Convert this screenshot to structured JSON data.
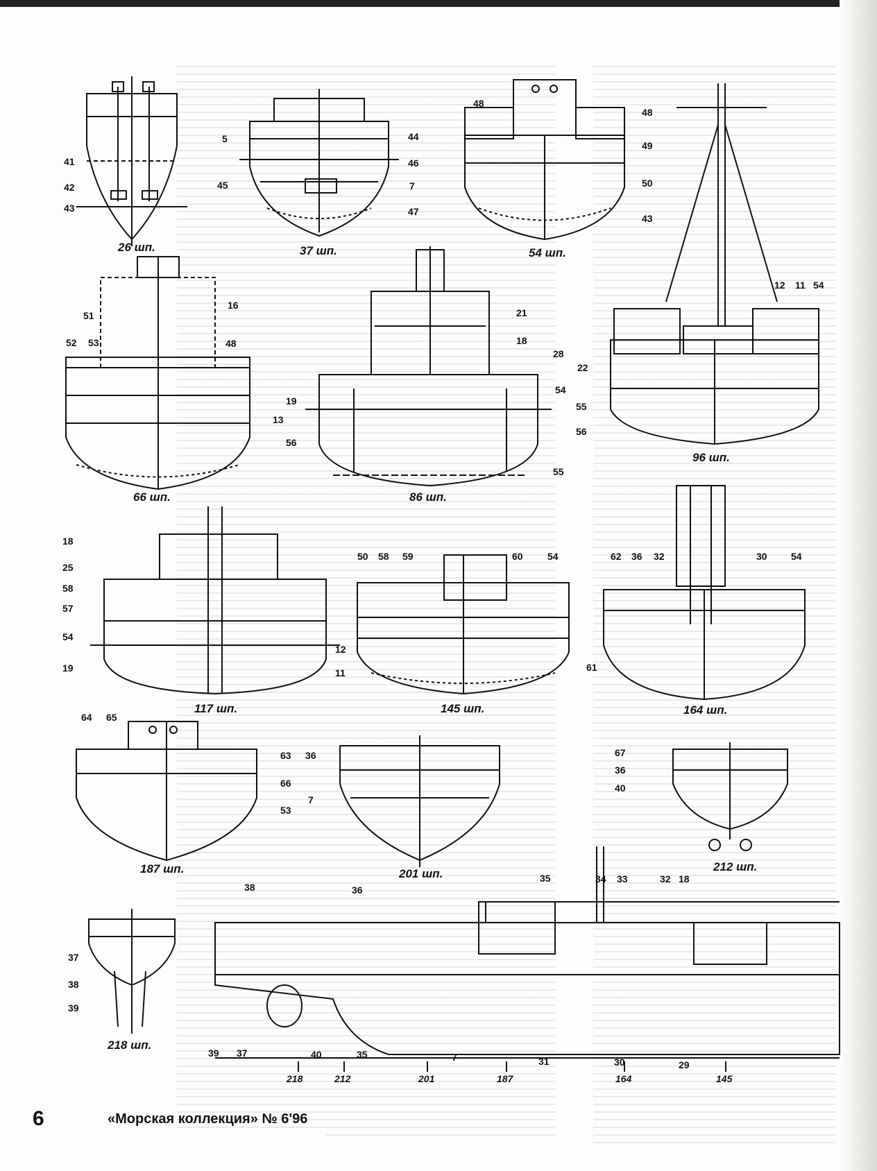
{
  "page": {
    "number": "6",
    "journal": "«Морская коллекция» № 6'96"
  },
  "sections": [
    {
      "id": "s26",
      "title": "26 шп.",
      "callouts": [
        "41",
        "42",
        "43"
      ]
    },
    {
      "id": "s37",
      "title": "37 шп.",
      "callouts": [
        "5",
        "44",
        "45",
        "46",
        "7",
        "47"
      ]
    },
    {
      "id": "s54",
      "title": "54 шп.",
      "callouts": [
        "48",
        "48",
        "49",
        "50",
        "43"
      ]
    },
    {
      "id": "s66",
      "title": "66 шп.",
      "callouts": [
        "16",
        "51",
        "52",
        "53",
        "48",
        "13"
      ]
    },
    {
      "id": "s86",
      "title": "86 шп.",
      "callouts": [
        "21",
        "18",
        "28",
        "19",
        "54",
        "56",
        "55"
      ]
    },
    {
      "id": "s96",
      "title": "96 шп.",
      "callouts": [
        "12",
        "11",
        "54",
        "22",
        "55",
        "56"
      ]
    },
    {
      "id": "s117",
      "title": "117 шп.",
      "callouts": [
        "18",
        "25",
        "58",
        "57",
        "54",
        "19"
      ]
    },
    {
      "id": "s145",
      "title": "145 шп.",
      "callouts": [
        "50",
        "58",
        "59",
        "60",
        "54",
        "12",
        "11",
        "61"
      ]
    },
    {
      "id": "s164",
      "title": "164 шп.",
      "callouts": [
        "62",
        "36",
        "32",
        "30",
        "54"
      ]
    },
    {
      "id": "s187",
      "title": "187 шп.",
      "callouts": [
        "64",
        "65",
        "63",
        "66",
        "53"
      ]
    },
    {
      "id": "s201",
      "title": "201 шп.",
      "callouts": [
        "36",
        "7"
      ]
    },
    {
      "id": "s212",
      "title": "212 шп.",
      "callouts": [
        "67",
        "36",
        "40"
      ]
    },
    {
      "id": "s218",
      "title": "218 шп.",
      "callouts": [
        "37",
        "38",
        "39"
      ]
    }
  ],
  "profile": {
    "callouts": [
      "38",
      "36",
      "35",
      "34",
      "33",
      "32",
      "18",
      "39",
      "37",
      "40",
      "35",
      "7",
      "31",
      "30",
      "29"
    ],
    "frame_marks": [
      "218",
      "212",
      "201",
      "187",
      "164",
      "145"
    ]
  }
}
